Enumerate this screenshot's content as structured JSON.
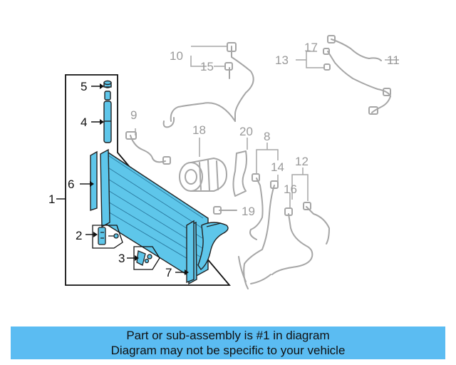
{
  "callouts": {
    "c1": "1",
    "c2": "2",
    "c3": "3",
    "c4": "4",
    "c5": "5",
    "c6": "6",
    "c7": "7",
    "c8": "8",
    "c9": "9",
    "c10": "10",
    "c11": "11",
    "c12": "12",
    "c13": "13",
    "c14": "14",
    "c15": "15",
    "c16": "16",
    "c17": "17",
    "c18": "18",
    "c19": "19",
    "c20": "20"
  },
  "caption": {
    "line1": "Part or sub-assembly is #1 in diagram",
    "line2": "Diagram may not be specific to your vehicle"
  },
  "colors": {
    "highlight": "#5bbcf2",
    "part_fill": "#5ec6ea",
    "ghost_line": "#a6a6a6",
    "caption_bg": "#5bbcf2"
  }
}
